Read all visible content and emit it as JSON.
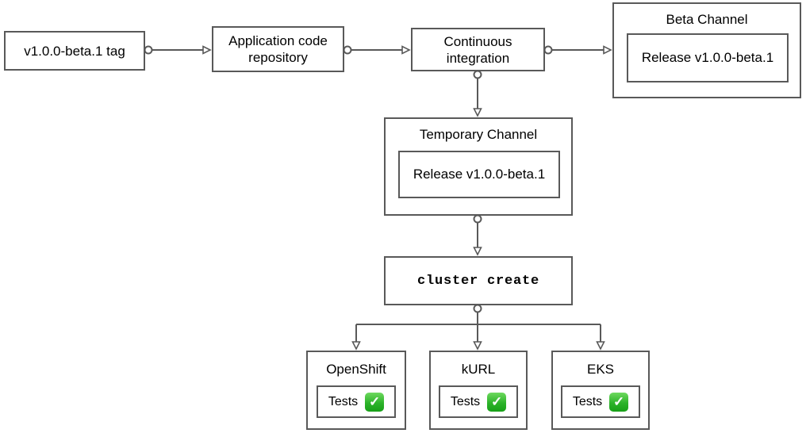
{
  "diagram": {
    "type": "flowchart",
    "colors": {
      "stroke": "#595959",
      "text": "#000000",
      "background": "#ffffff",
      "check_green": "#2db32a"
    },
    "nodes": {
      "tag": {
        "label": "v1.0.0-beta.1 tag"
      },
      "app_repo": {
        "label": "Application code repository"
      },
      "ci": {
        "label": "Continuous integration"
      },
      "beta_channel": {
        "title": "Beta Channel",
        "release": "Release v1.0.0-beta.1"
      },
      "temp_channel": {
        "title": "Temporary Channel",
        "release": "Release v1.0.0-beta.1"
      },
      "cluster_create": {
        "label": "cluster create"
      },
      "clusters": [
        {
          "title": "OpenShift",
          "tests_label": "Tests",
          "status_icon": "check-mark-button-icon"
        },
        {
          "title": "kURL",
          "tests_label": "Tests",
          "status_icon": "check-mark-button-icon"
        },
        {
          "title": "EKS",
          "tests_label": "Tests",
          "status_icon": "check-mark-button-icon"
        }
      ]
    },
    "edges": [
      {
        "from": "tag",
        "to": "app_repo"
      },
      {
        "from": "app_repo",
        "to": "ci"
      },
      {
        "from": "ci",
        "to": "beta_channel"
      },
      {
        "from": "ci",
        "to": "temp_channel"
      },
      {
        "from": "temp_channel",
        "to": "cluster_create"
      },
      {
        "from": "cluster_create",
        "to": "openshift"
      },
      {
        "from": "cluster_create",
        "to": "kurl"
      },
      {
        "from": "cluster_create",
        "to": "eks"
      }
    ]
  }
}
